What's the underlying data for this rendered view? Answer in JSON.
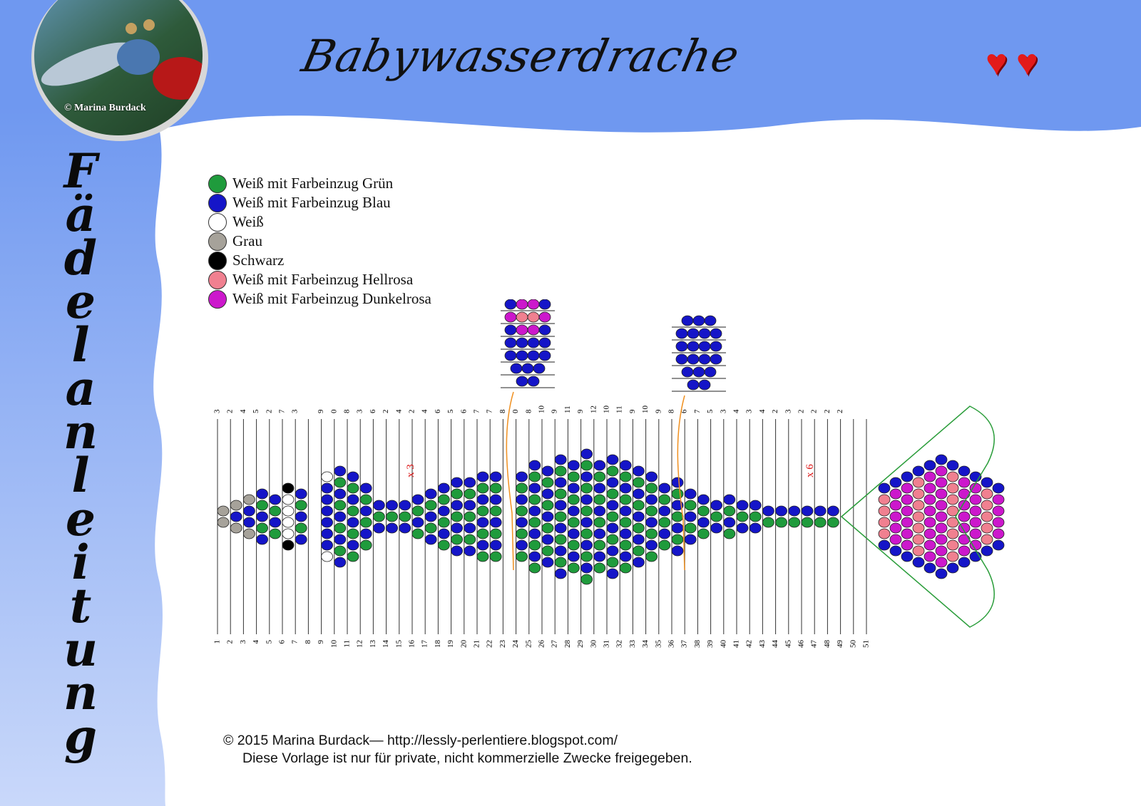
{
  "header": {
    "title": "Babywasserdrache",
    "photo_credit": "© Marina Burdack",
    "hearts": 2,
    "heart_color": "#e31a1a",
    "wave_color": "#6f98f0"
  },
  "sidebar": {
    "vertical_title": "Fädelanleitung"
  },
  "legend": {
    "items": [
      {
        "label": "Weiß mit Farbeinzug Grün",
        "color": "#1f9b3c"
      },
      {
        "label": "Weiß mit Farbeinzug Blau",
        "color": "#1515c8"
      },
      {
        "label": "Weiß",
        "color": "#ffffff"
      },
      {
        "label": "Grau",
        "color": "#a6a29a"
      },
      {
        "label": "Schwarz",
        "color": "#000000"
      },
      {
        "label": "Weiß mit Farbeinzug Hellrosa",
        "color": "#f08090"
      },
      {
        "label": "Weiß mit Farbeinzug Dunkelrosa",
        "color": "#cc18cc"
      }
    ]
  },
  "pattern": {
    "top_numbers": [
      "3",
      "2",
      "4",
      "5",
      "2",
      "7",
      "3",
      "9",
      "0",
      "8",
      "3",
      "6",
      "2",
      "4",
      "2",
      "4",
      "6",
      "5",
      "6",
      "7",
      "7",
      "8",
      "0",
      "8",
      "10",
      "9",
      "11",
      "9",
      "12",
      "10",
      "11",
      "9",
      "10",
      "9",
      "8",
      "6",
      "7",
      "5",
      "3",
      "4",
      "3",
      "4",
      "2",
      "3",
      "2",
      "2",
      "2",
      "2"
    ],
    "bottom_numbers": [
      "1",
      "2",
      "3",
      "4",
      "5",
      "6",
      "7",
      "8",
      "9",
      "10",
      "11",
      "12",
      "13",
      "14",
      "15",
      "16",
      "17",
      "18",
      "19",
      "20",
      "21",
      "22",
      "23",
      "24",
      "25",
      "26",
      "27",
      "28",
      "29",
      "30",
      "31",
      "32",
      "33",
      "34",
      "35",
      "36",
      "37",
      "38",
      "39",
      "40",
      "41",
      "42",
      "43",
      "44",
      "45",
      "46",
      "47",
      "48",
      "49",
      "50",
      "51"
    ],
    "repeat_labels": [
      "x 3",
      "x 6"
    ],
    "bead_colors": {
      "green": "#1f9b3c",
      "blue": "#1515c8",
      "white": "#ffffff",
      "grey": "#a6a29a",
      "black": "#000000",
      "light_pink": "#f08090",
      "dark_pink": "#cc18cc"
    }
  },
  "footer": {
    "line1": "© 2015 Marina Burdack— http://lessly-perlentiere.blogspot.com/",
    "line2": "Diese Vorlage ist nur für private, nicht kommerzielle Zwecke freigegeben."
  }
}
